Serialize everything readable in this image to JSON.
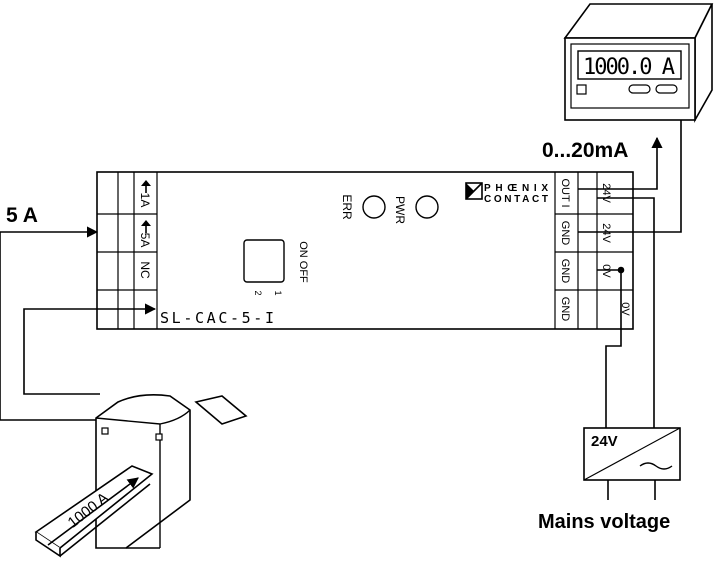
{
  "meter": {
    "display": "1000.0 A"
  },
  "signal_label": "0...20mA",
  "input_label": "5 A",
  "module": {
    "brand_line1": "PHŒNIX",
    "brand_line2": "CONTACT",
    "led_err": "ERR",
    "led_pwr": "PWR",
    "switch_on_off": "ON OFF",
    "switch_pos_1": "1",
    "switch_pos_2": "2",
    "model": "SL-CAC-5-I",
    "left_terminals": [
      "1A",
      "5A",
      "NC",
      ""
    ],
    "right_terminals_inner": [
      "OUT I",
      "GND",
      "GND",
      "GND"
    ],
    "right_terminals_outer": [
      "24V",
      "24V",
      "0V",
      "0V"
    ]
  },
  "psu": {
    "label": "24V"
  },
  "mains_label": "Mains voltage",
  "ct": {
    "busbar_label": "1000 A"
  }
}
